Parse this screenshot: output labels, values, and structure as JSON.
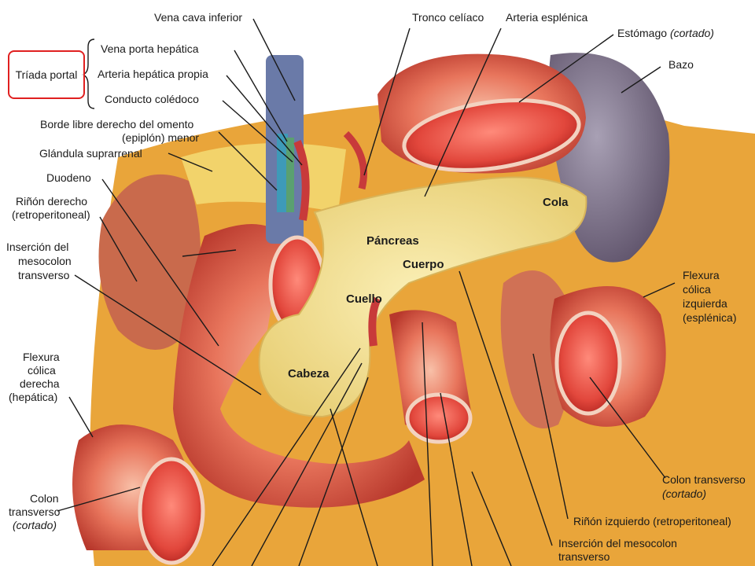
{
  "highlight": {
    "label": "Tríada portal",
    "color": "#e02020"
  },
  "labels": {
    "vena_cava": "Vena cava inferior",
    "tronco_celiaco": "Tronco celíaco",
    "arteria_esplenica": "Arteria esplénica",
    "estomago": "Estómago",
    "estomago_note": "(cortado)",
    "bazo": "Bazo",
    "vena_porta": "Vena porta hepática",
    "arteria_hepatica": "Arteria hepática propia",
    "conducto_coledoco": "Conducto colédoco",
    "borde_libre_1": "Borde libre derecho del omento",
    "borde_libre_2": "(epiplón) menor",
    "glandula": "Glándula suprarrenal",
    "duodeno": "Duodeno",
    "rinon_der_1": "Riñón derecho",
    "rinon_der_2": "(retroperitoneal)",
    "insercion_izq_1": "Inserción del",
    "insercion_izq_2": "mesocolon",
    "insercion_izq_3": "transverso",
    "flexura_der_1": "Flexura",
    "flexura_der_2": "cólica",
    "flexura_der_3": "derecha",
    "flexura_der_4": "(hepática)",
    "colon_izq_1": "Colon",
    "colon_izq_2": "transverso",
    "colon_izq_3": "(cortado)",
    "flexura_izq_1": "Flexura",
    "flexura_izq_2": "cólica",
    "flexura_izq_3": "izquierda",
    "flexura_izq_4": "(esplénica)",
    "colon_der_1": "Colon transverso",
    "colon_der_2": "(cortado)",
    "rinon_izq": "Riñón izquierdo (retroperitoneal)",
    "insercion_der_1": "Inserción del mesocolon",
    "insercion_der_2": "transverso"
  },
  "organ_labels": {
    "cola": "Cola",
    "pancreas": "Páncreas",
    "cuerpo": "Cuerpo",
    "cuello": "Cuello",
    "cabeza": "Cabeza"
  }
}
